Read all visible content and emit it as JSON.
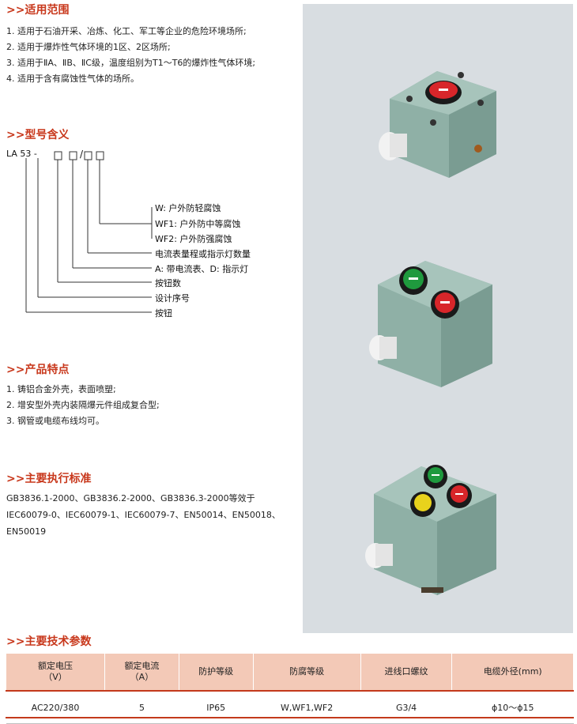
{
  "section1": {
    "title": ">>适用范围",
    "items": [
      "1. 适用于石油开采、冶炼、化工、军工等企业的危险环境场所;",
      "2. 适用于爆炸性气体环境的1区、2区场所;",
      "3. 适用于ⅡA、ⅡB、ⅡC级，温度组别为T1～T6的爆炸性气体环境;",
      "4. 适用于含有腐蚀性气体的场所。"
    ]
  },
  "section2": {
    "title": ">>型号含义",
    "model": {
      "prefix": "LA 53 -",
      "sep": "/",
      "labels": [
        "W:  户外防轻腐蚀",
        "WF1:  户外防中等腐蚀",
        "WF2:  户外防强腐蚀",
        "电流表量程或指示灯数量",
        "A:  带电流表、D:  指示灯",
        "按钮数",
        "设计序号",
        "按钮"
      ]
    }
  },
  "section3": {
    "title": ">>产品特点",
    "items": [
      "1. 铸铝合金外壳，表面喷塑;",
      "2. 增安型外壳内装隔爆元件组成复合型;",
      "3. 钢管或电缆布线均可。"
    ]
  },
  "section4": {
    "title": ">>主要执行标准",
    "text": "GB3836.1-2000、GB3836.2-2000、GB3836.3-2000等效于IEC60079-0、IEC60079-1、IEC60079-7、EN50014、EN50018、EN50019"
  },
  "section5": {
    "title": ">>主要技术参数",
    "headers": [
      {
        "l1": "额定电压",
        "l2": "（V）"
      },
      {
        "l1": "额定电流",
        "l2": "（A）"
      },
      {
        "l1": "防护等级",
        "l2": ""
      },
      {
        "l1": "防腐等级",
        "l2": ""
      },
      {
        "l1": "进线口螺纹",
        "l2": ""
      },
      {
        "l1": "电缆外径(mm)",
        "l2": ""
      }
    ],
    "row": [
      "AC220/380",
      "5",
      "IP65",
      "W,WF1,WF2",
      "G3/4",
      "ϕ10～ϕ15"
    ]
  },
  "colors": {
    "accent": "#c8381c",
    "table_header_bg": "#f3c9b7",
    "enclosure": "#8fb0a6",
    "button_red": "#d8262a",
    "button_green": "#1f9a3e",
    "button_yellow": "#e8d21c"
  },
  "icons": [
    "button-box-single-image",
    "button-box-double-image",
    "button-box-triple-image"
  ]
}
